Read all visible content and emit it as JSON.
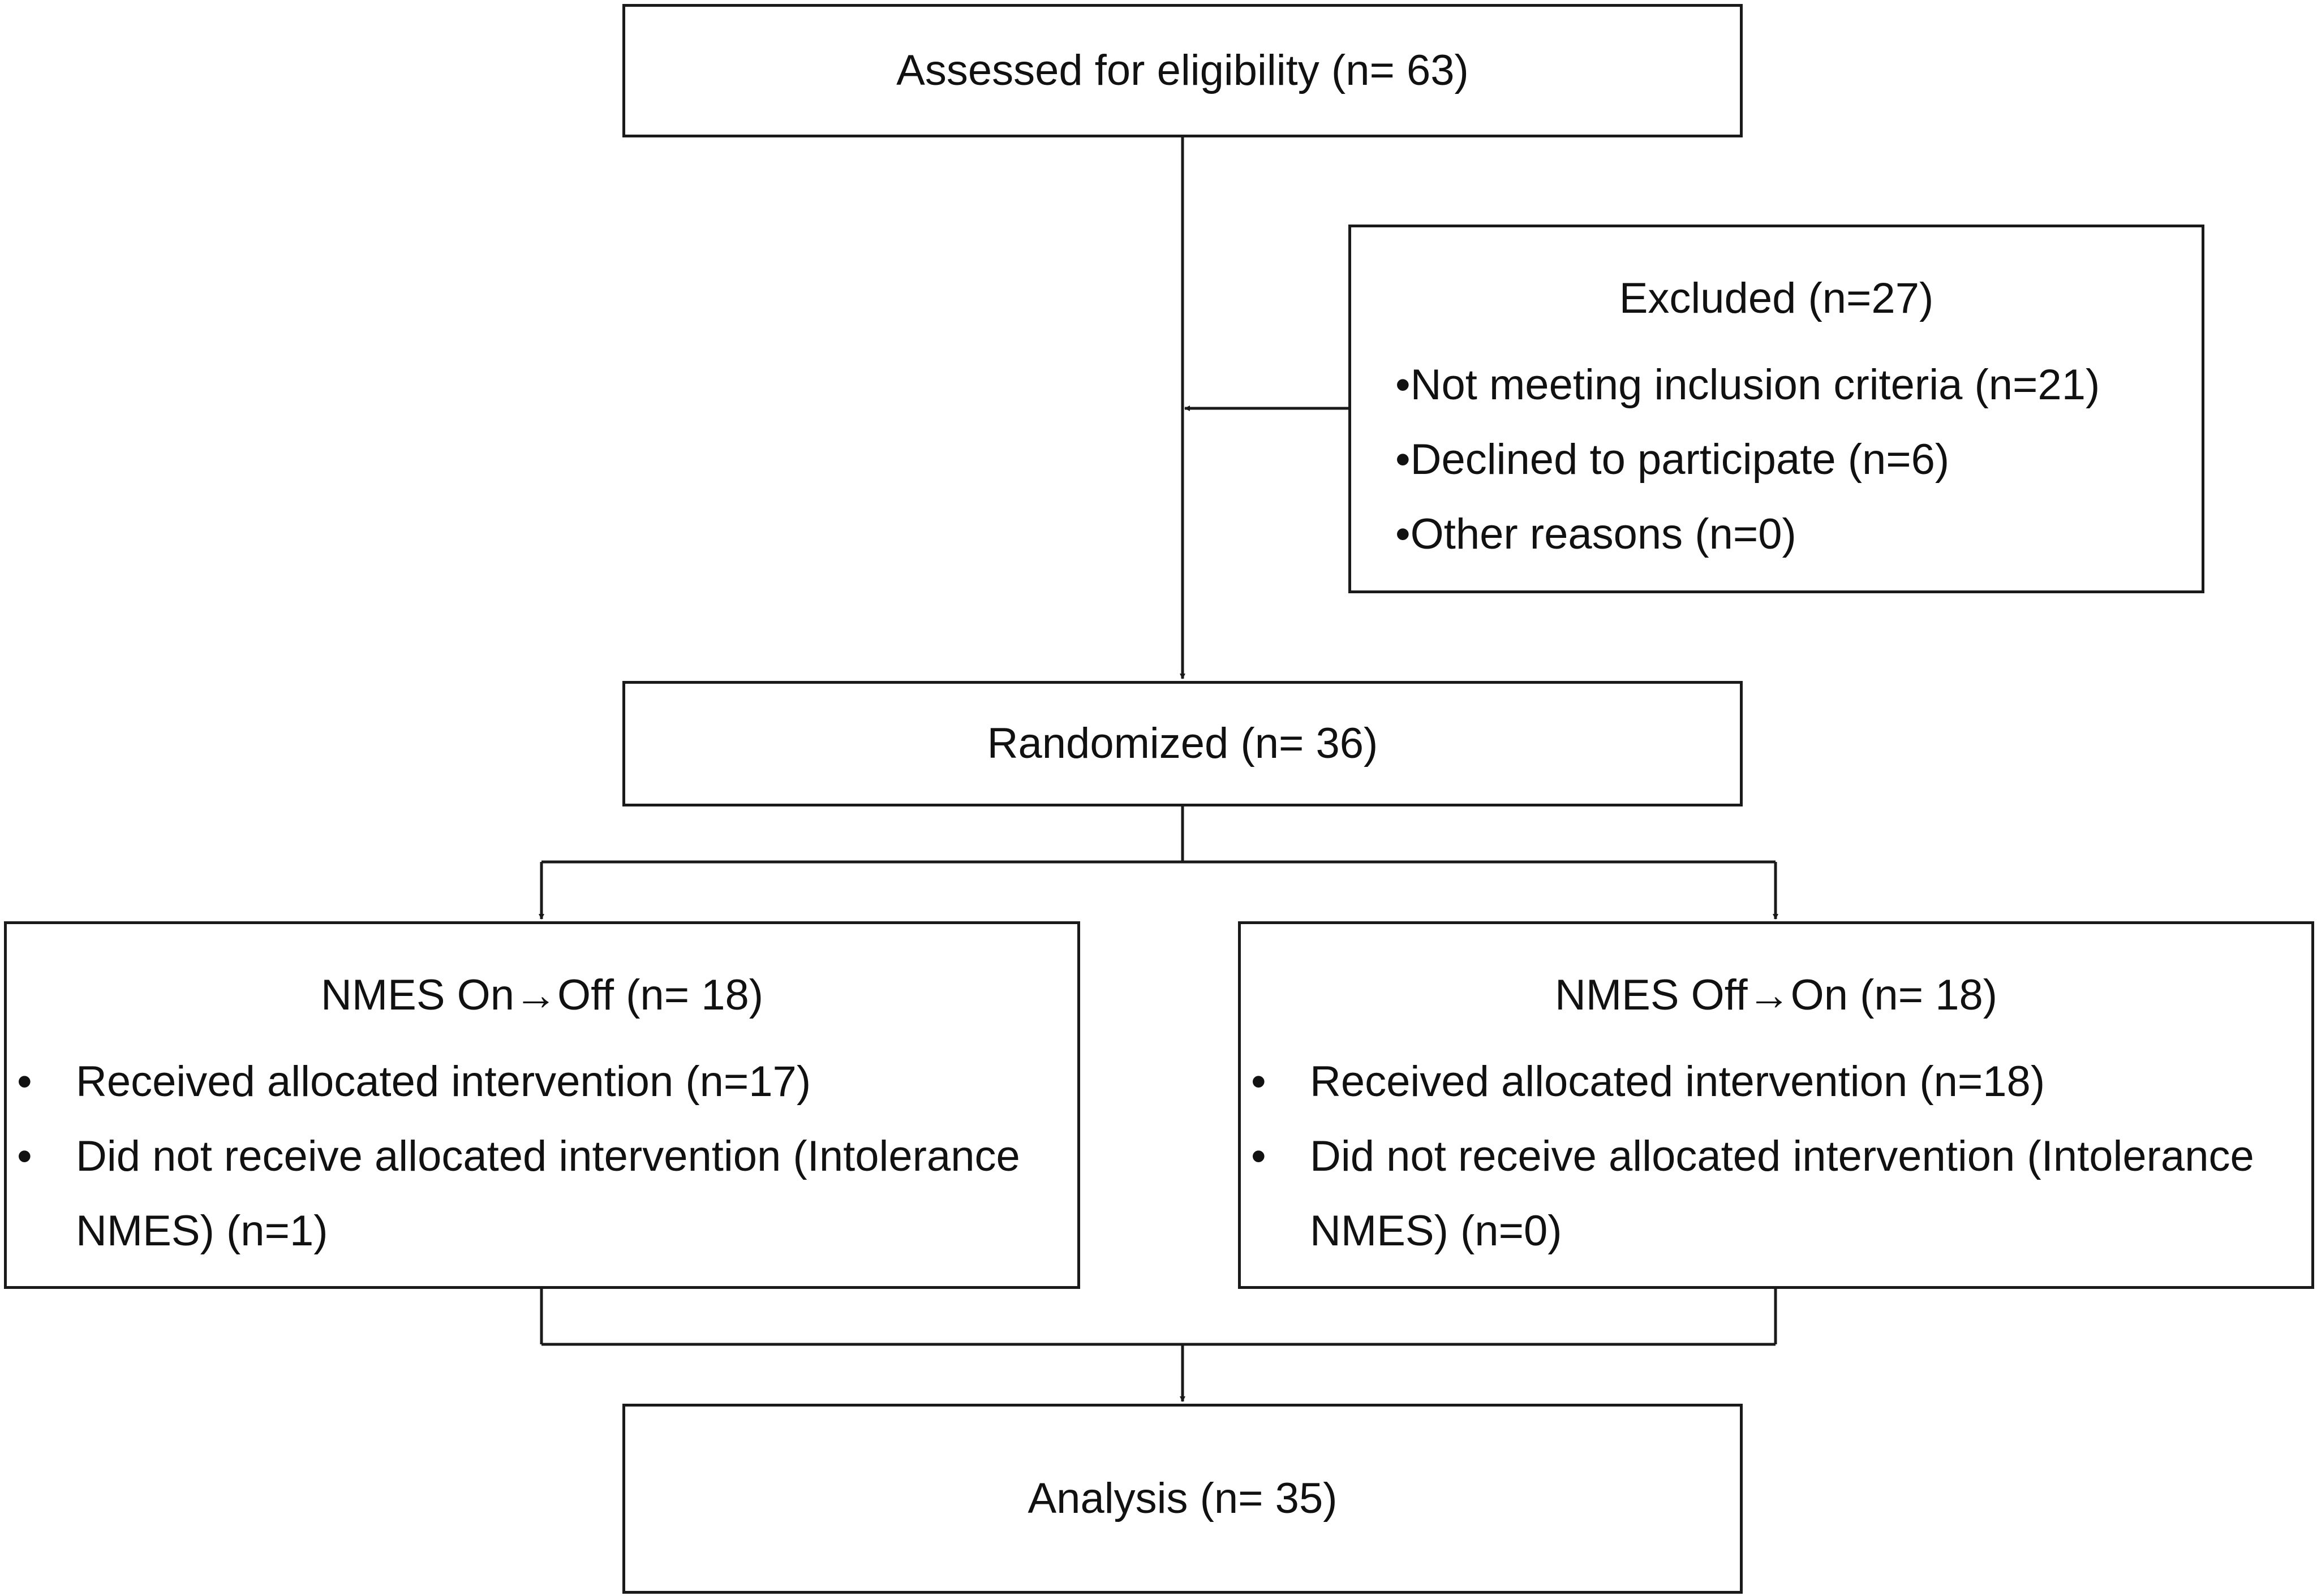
{
  "boxes": {
    "assessed": "Assessed for eligibility (n= 63)",
    "excluded": {
      "title": "Excluded  (n=27)",
      "items": [
        "•Not meeting inclusion criteria (n=21)",
        "•Declined to participate (n=6)",
        "•Other reasons (n=0)"
      ]
    },
    "randomized": "Randomized (n= 36)",
    "arm_on_off": {
      "title": "NMES On→Off (n= 18)",
      "bullet": "•",
      "items": [
        "Received allocated intervention (n=17)",
        "Did not receive allocated intervention (Intolerance NMES) (n=1)"
      ]
    },
    "arm_off_on": {
      "title": "NMES Off→On (n= 18)",
      "bullet": "•",
      "items": [
        "Received allocated intervention (n=18)",
        "Did not receive allocated intervention (Intolerance NMES) (n=0)"
      ]
    },
    "analysis": "Analysis (n= 35)"
  }
}
